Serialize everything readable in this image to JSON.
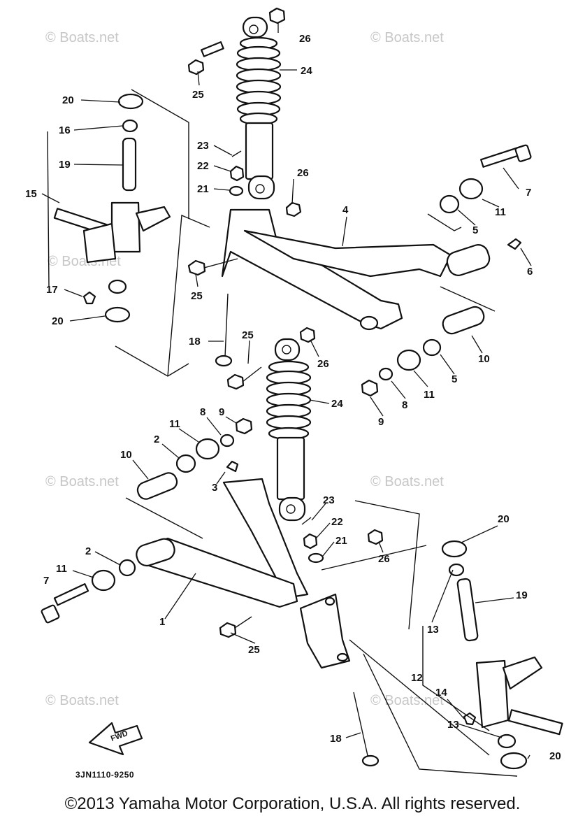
{
  "watermark": "© Boats.net",
  "diagram_code": "3JN1110-9250",
  "fwd_label": "FWD",
  "copyright": "©2013 Yamaha Motor Corporation, U.S.A. All rights reserved.",
  "callouts": {
    "c1": "1",
    "c2a": "2",
    "c2b": "2",
    "c3": "3",
    "c4": "4",
    "c5a": "5",
    "c5b": "5",
    "c6": "6",
    "c7a": "7",
    "c7b": "7",
    "c8a": "8",
    "c8b": "8",
    "c9a": "9",
    "c9b": "9",
    "c10a": "10",
    "c10b": "10",
    "c11a": "11",
    "c11b": "11",
    "c11c": "11",
    "c11d": "11",
    "c12": "12",
    "c13a": "13",
    "c13b": "13",
    "c14": "14",
    "c15": "15",
    "c16": "16",
    "c17": "17",
    "c18a": "18",
    "c18b": "18",
    "c19a": "19",
    "c19b": "19",
    "c20a": "20",
    "c20b": "20",
    "c20c": "20",
    "c20d": "20",
    "c21a": "21",
    "c21b": "21",
    "c22a": "22",
    "c22b": "22",
    "c23a": "23",
    "c23b": "23",
    "c24a": "24",
    "c24b": "24",
    "c25a": "25",
    "c25b": "25",
    "c25c": "25",
    "c25d": "25",
    "c26a": "26",
    "c26b": "26",
    "c26c": "26",
    "c26d": "26"
  }
}
